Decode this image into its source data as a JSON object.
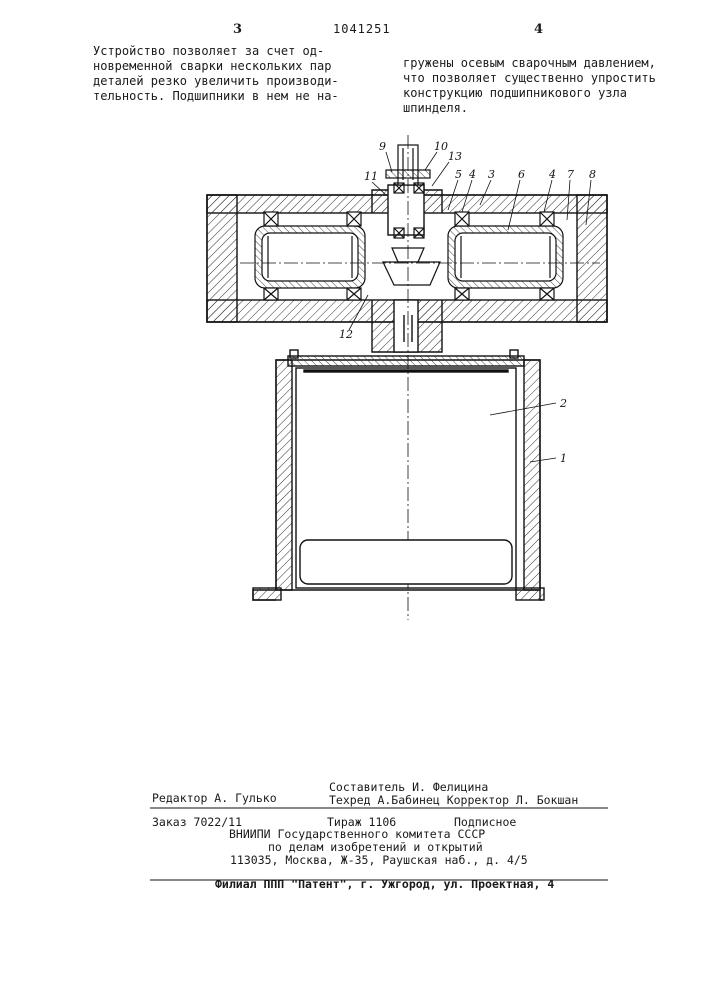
{
  "header": {
    "page_left": "3",
    "patent_number": "1041251",
    "page_right": "4"
  },
  "body_text": {
    "left_column": [
      "Устройство позволяет за счет од-",
      "новременной сварки нескольких пар",
      "деталей резко увеличить производи-",
      "тельность. Подшипники в нем не на-"
    ],
    "right_column": [
      "гружены осевым сварочным давлением,",
      "что позволяет  существенно упростить",
      "конструкцию подшипникового узла",
      "шпинделя."
    ]
  },
  "figure": {
    "labels": [
      "9",
      "10",
      "13",
      "11",
      "5",
      "4",
      "3",
      "6",
      "4",
      "7",
      "8",
      "12",
      "2",
      "1"
    ]
  },
  "imprint": {
    "compiler": "Составитель И. Фелицина",
    "editor": "Редактор А. Гулько",
    "techred_corrector": "Техред А.Бабинец Корректор Л. Бокшан",
    "order": "Заказ 7022/11",
    "circulation": "Тираж 1106",
    "subscription": "Подписное",
    "institute_line1": "ВНИИПИ Государственного комитета СССР",
    "institute_line2": "по делам изобретений и открытий",
    "address": "113035, Москва, Ж-35, Раушская наб., д. 4/5",
    "branch": "Филиал ППП \"Патент\", г. Ужгород, ул. Проектная, 4"
  }
}
